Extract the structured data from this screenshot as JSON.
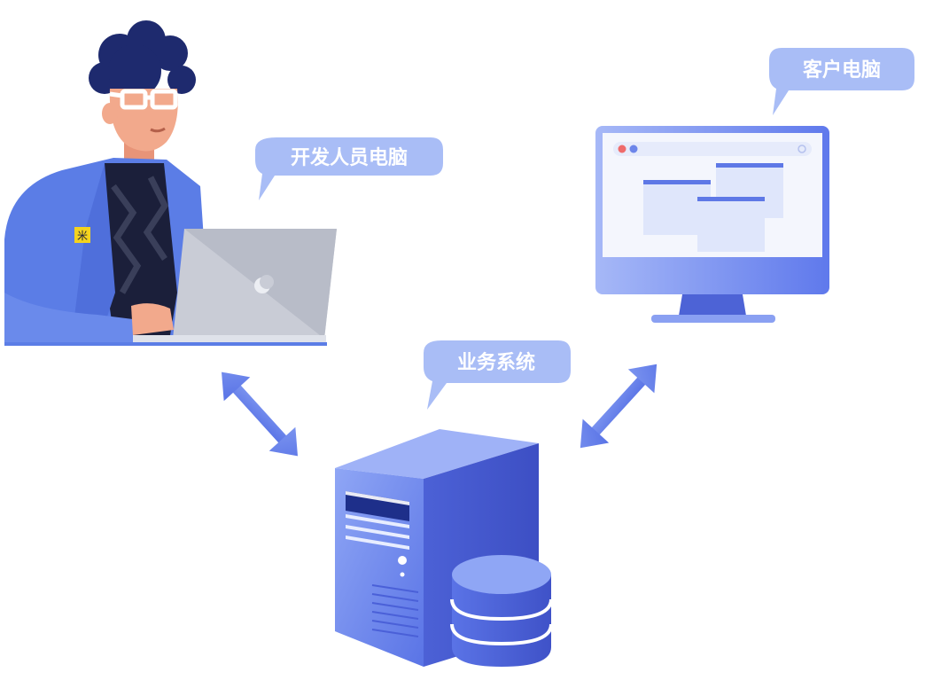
{
  "labels": {
    "developer": "开发人员电脑",
    "client": "客户电脑",
    "system": "业务系统"
  },
  "badge_text": "米",
  "colors": {
    "accent": "#5b7be8",
    "bubble": "#a9bdf6",
    "server_front": "#6f8ef0",
    "server_side": "#4d63d6",
    "hair": "#1e2a6e",
    "skin": "#f2a98c",
    "jacket": "#5b7de6",
    "laptop": "#c9ccd6"
  },
  "icons": [
    "developer-figure",
    "laptop-icon",
    "monitor-icon",
    "server-icon",
    "database-icon",
    "double-arrow-icon"
  ]
}
